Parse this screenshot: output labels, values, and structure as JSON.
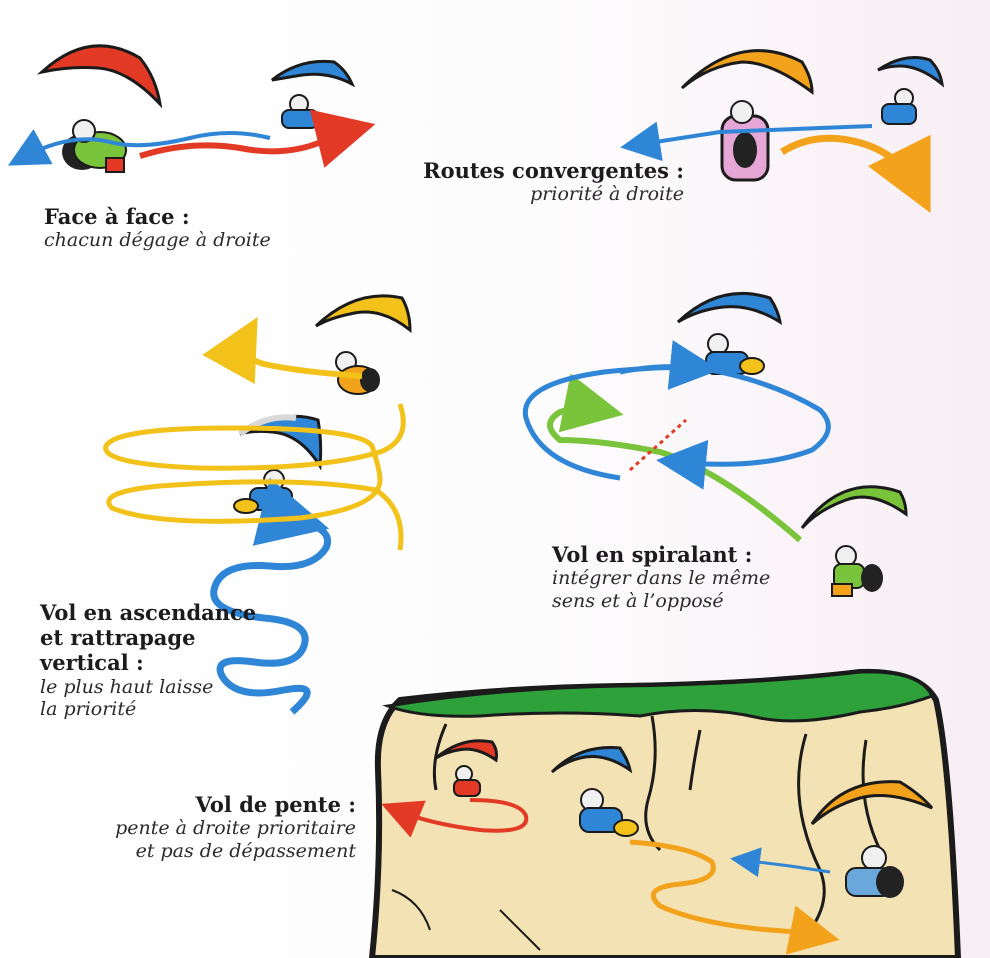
{
  "rules": [
    {
      "title": "Face à face :",
      "lines": [
        "chacun dégage à droite"
      ]
    },
    {
      "title": "Routes convergentes :",
      "lines": [
        "priorité à droite"
      ]
    },
    {
      "title_lines": [
        "Vol en ascendance",
        "et rattrapage",
        "vertical :"
      ],
      "lines": [
        "le plus haut laisse",
        "la priorité"
      ]
    },
    {
      "title": "Vol en spiralant :",
      "lines": [
        "intégrer dans le même",
        "sens et à l’opposé"
      ]
    },
    {
      "title": "Vol de pente :",
      "lines": [
        "pente à droite prioritaire",
        "et pas de dépassement"
      ]
    }
  ],
  "colors": {
    "red": "#e23a24",
    "blue": "#2f86d6",
    "orange": "#f3a21c",
    "yellow": "#f2c21a",
    "green": "#79c43a",
    "cliff_green": "#2ea13a",
    "cliff_sand": "#f3e2b3",
    "outline": "#1b1b1b",
    "gray": "#b9bcc0"
  },
  "icons": [
    "paraglider-wing-icon",
    "pilot-icon",
    "flight-path-arrow-icon",
    "spiral-path-icon",
    "cliff-icon"
  ]
}
